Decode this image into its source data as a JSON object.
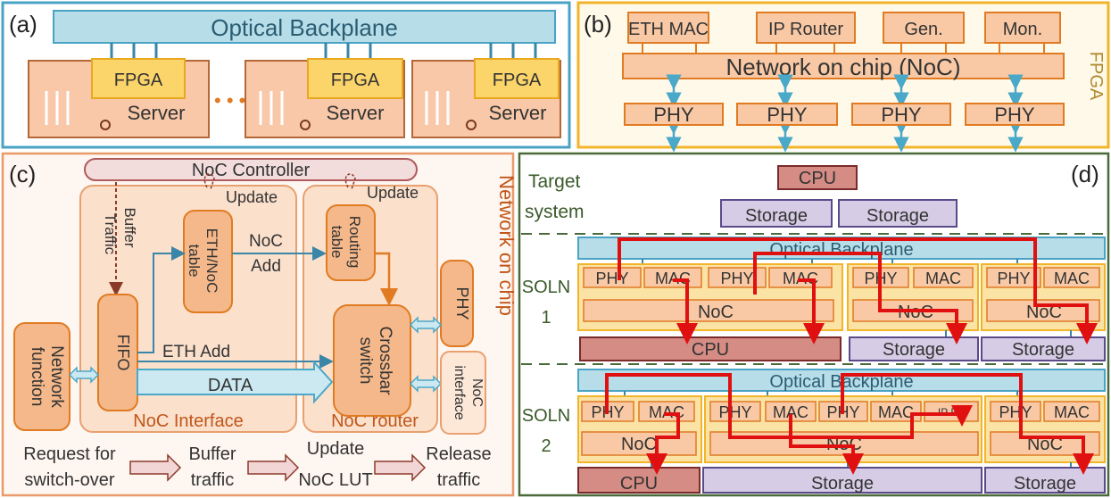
{
  "panel_a": {
    "label": "(a)",
    "backplane": "Optical Backplane",
    "fpga": "FPGA",
    "server": "Server",
    "dots": "• • •"
  },
  "panel_b": {
    "label": "(b)",
    "top_blocks": [
      "ETH MAC",
      "IP Router",
      "Gen.",
      "Mon."
    ],
    "noc": "Network on chip (NoC)",
    "phy": "PHY",
    "side_label": "FPGA"
  },
  "panel_c": {
    "label": "(c)",
    "side_label": "Network on chip",
    "controller": "NoC Controller",
    "update": "Update",
    "buffer_traffic_1": "Buffer",
    "buffer_traffic_2": "Traffic",
    "eth_noc_table_1": "ETH/NoC",
    "eth_noc_table_2": "table",
    "noc_add_1": "NoC",
    "noc_add_2": "Add",
    "routing_table_1": "Routing",
    "routing_table_2": "table",
    "phy": "PHY",
    "network_function_1": "Network",
    "network_function_2": "function",
    "fifo": "FIFO",
    "eth_add": "ETH Add",
    "data": "DATA",
    "crossbar_1": "Crossbar",
    "crossbar_2": "switch",
    "noc_interface_small_1": "NoC",
    "noc_interface_small_2": "interface",
    "noc_interface": "NoC Interface",
    "noc_router": "NoC router",
    "steps": [
      [
        "Request for",
        "switch-over"
      ],
      [
        "Buffer",
        "traffic"
      ],
      [
        "Update",
        "NoC LUT"
      ],
      [
        "Release",
        "traffic"
      ]
    ]
  },
  "panel_d": {
    "label": "(d)",
    "target_1": "Target",
    "target_2": "system",
    "cpu": "CPU",
    "storage": "Storage",
    "backplane_1": "Optical Backplane",
    "backplane_2": "Optical Backplane",
    "soln1_1": "SOLN",
    "soln1_2": "1",
    "soln2_1": "SOLN",
    "soln2_2": "2",
    "phy": "PHY",
    "mac": "MAC",
    "noc": "NoC",
    "ip_rt": "IP RT"
  }
}
